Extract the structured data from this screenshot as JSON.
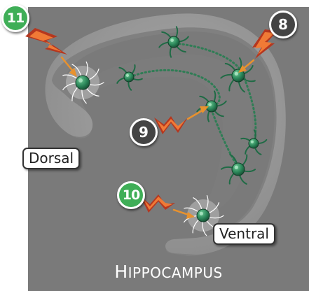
{
  "labels": {
    "dorsal": "Dorsal",
    "ventral": "Ventral"
  },
  "title": {
    "initial": "H",
    "rest": "IPPOCAMPUS"
  },
  "badges": [
    {
      "id": "11",
      "text": "11",
      "color": "#3fae57"
    },
    {
      "id": "8",
      "text": "8",
      "color": "#444444"
    },
    {
      "id": "9",
      "text": "9",
      "color": "#444444"
    },
    {
      "id": "10",
      "text": "10",
      "color": "#3fae57"
    }
  ],
  "colors": {
    "panel_background": "#7a7a7a",
    "hippocampus": "#9a9a9a",
    "neuron": "#1f6b45",
    "neuron_highlight": "#4fb07a",
    "pathway": "#2f7d55",
    "lightning_outer": "#b5371f",
    "lightning_inner": "#f07a36",
    "arrow": "#e8922e"
  },
  "icons": [
    "neuron-icon",
    "lightning-bolt-icon",
    "arrow-icon"
  ]
}
